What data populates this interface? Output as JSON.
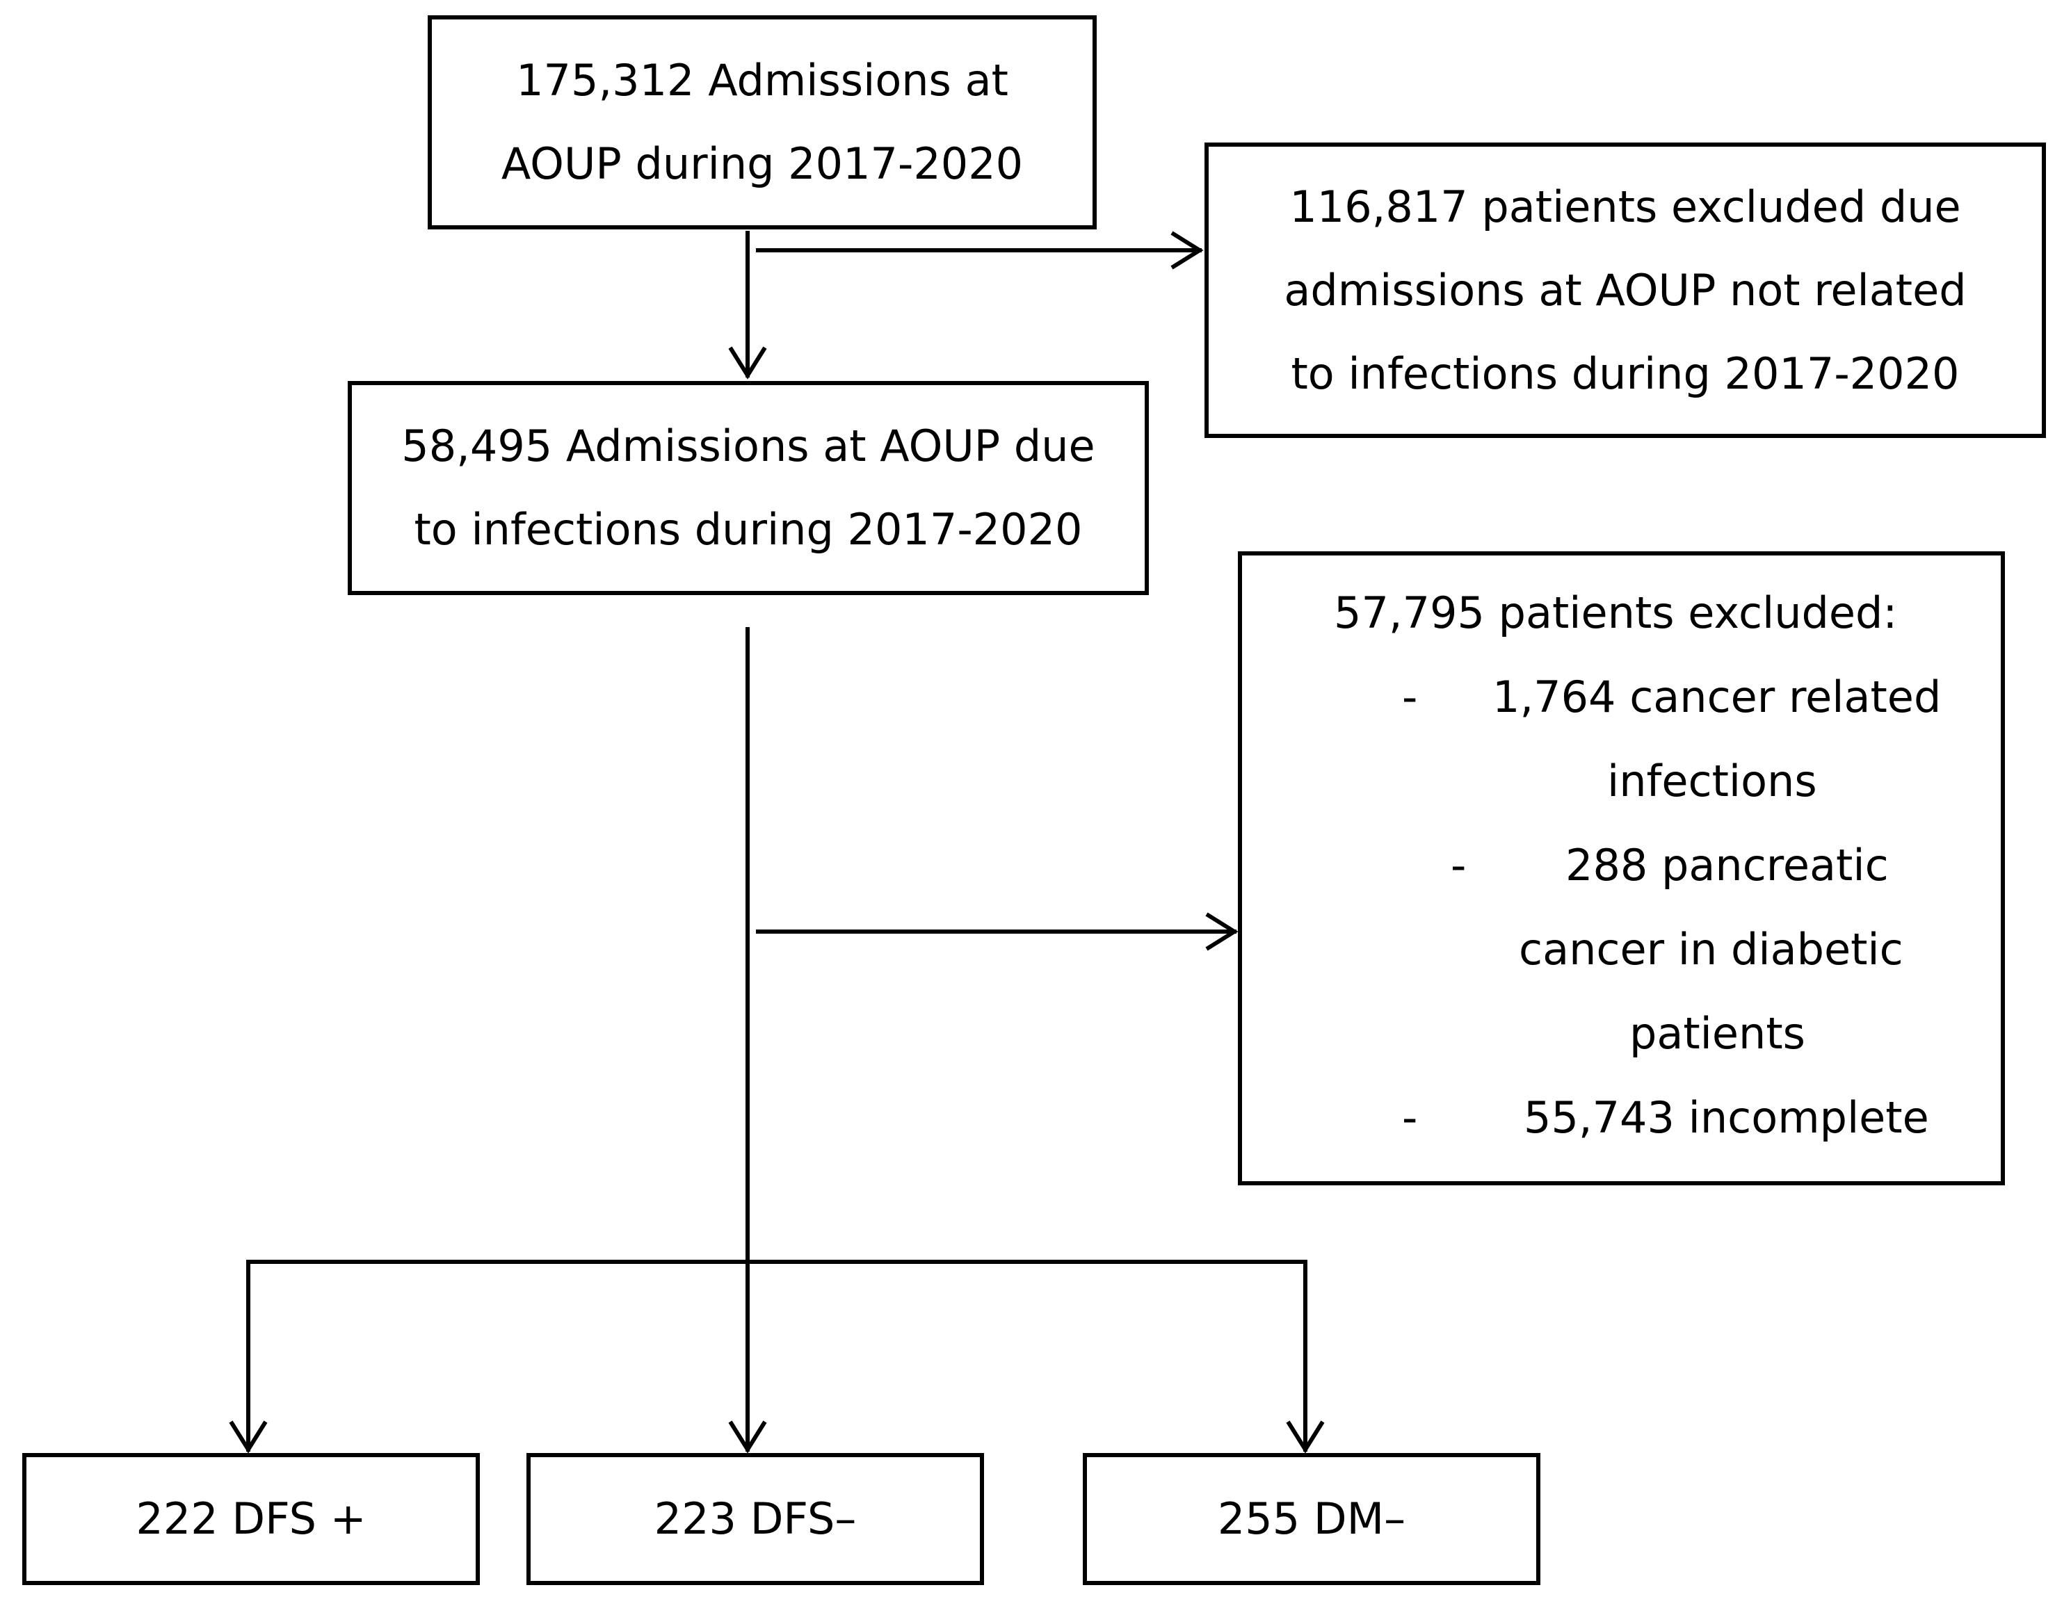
{
  "boxes": {
    "admissions_total": {
      "lines": [
        "175,312 Admissions at",
        "AOUP during 2017-2020"
      ]
    },
    "excluded_unrelated": {
      "lines": [
        "116,817 patients excluded due",
        "admissions at AOUP not related",
        "to infections during 2017-2020"
      ]
    },
    "admissions_infections": {
      "lines": [
        "58,495 Admissions at AOUP due",
        "to infections during 2017-2020"
      ]
    },
    "excluded_other": {
      "heading": "57,795 patients excluded:",
      "items": [
        {
          "dash": "-",
          "lines": [
            "1,764 cancer related",
            "infections"
          ]
        },
        {
          "dash": "-",
          "lines": [
            "288 pancreatic",
            "cancer in diabetic",
            "patients"
          ]
        },
        {
          "dash": "-",
          "lines": [
            "55,743 incomplete"
          ]
        }
      ]
    },
    "group_dfs_pos": {
      "label": "222 DFS +"
    },
    "group_dfs_neg": {
      "label": "223 DFS–"
    },
    "group_dm_neg": {
      "label": "255 DM–"
    }
  }
}
